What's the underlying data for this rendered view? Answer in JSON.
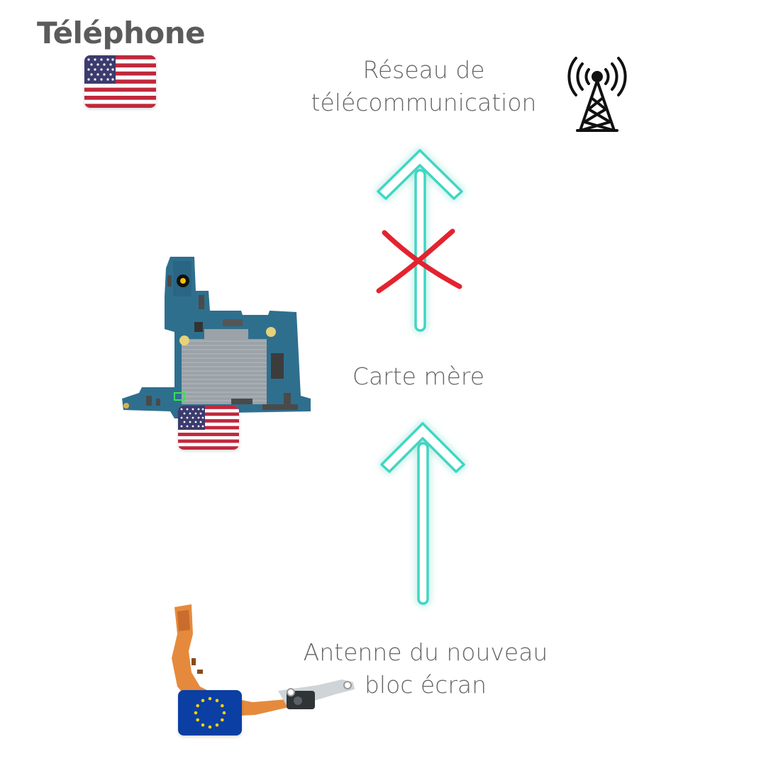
{
  "title": "Téléphone",
  "labels": {
    "network": [
      "Réseau de",
      "télécommunication"
    ],
    "motherboard": "Carte mère",
    "antenna": [
      "Antenne du nouveau",
      "bloc écran"
    ]
  },
  "flags": {
    "phone": "us-flag-icon",
    "motherboard": "us-flag-icon",
    "antenna": "eu-flag-icon"
  },
  "icons": {
    "tower": "radio-tower-icon",
    "blocked": "red-cross-icon"
  },
  "colors": {
    "arrow": "#3fd6c2",
    "cross": "#e3232f",
    "text": "#666666",
    "title": "#5b5b5b"
  }
}
